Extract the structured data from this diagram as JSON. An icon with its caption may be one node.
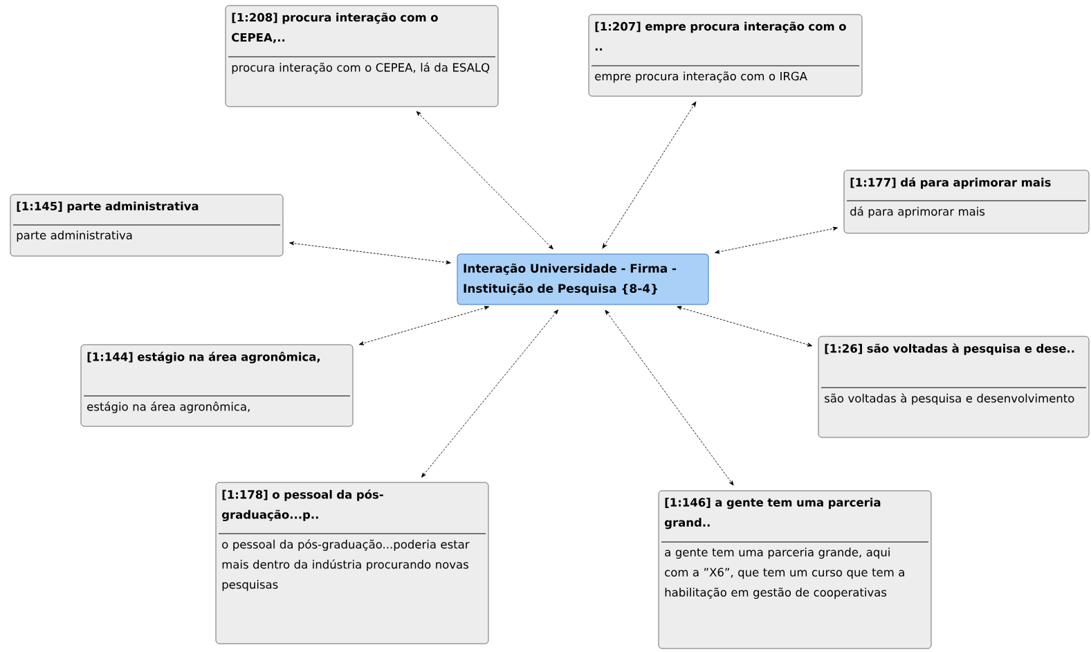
{
  "diagram": {
    "nodes": [
      {
        "text": [
          "Interação Universidade - Firma - Instituição de Pesquisa {8-4}"
        ]
      },
      {
        "text": [
          "[1:208] procura interação com o CEPEA,..",
          "procura interação com o CEPEA, lá da ESALQ"
        ]
      },
      {
        "text": [
          "[1:207] empre procura interação com o ..",
          "empre procura interação com o IRGA"
        ]
      },
      {
        "text": [
          "[1:177] dá para aprimorar mais",
          "dá para aprimorar mais"
        ]
      },
      {
        "text": [
          "[1:145] parte administrativa",
          "parte administrativa"
        ]
      },
      {
        "text": [
          "[1:144] estágio na área agronômica,",
          "estágio na área agronômica,"
        ]
      },
      {
        "text": [
          "[1:26] são voltadas à pesquisa e dese..",
          "são voltadas à pesquisa e desenvolvimento"
        ]
      },
      {
        "text": [
          "[1:178] o pessoal da pós-graduação...p..",
          "o pessoal da pós-graduação...poderia estar mais dentro da indústria procurando novas pesquisas"
        ]
      },
      {
        "text": [
          "[1:146] a gente tem uma parceria grand..",
          "a gente tem uma parceria grande, aqui com a ”X6”, que tem um curso que tem a habilitação em gestão de cooperativas"
        ]
      }
    ],
    "edges": [
      {
        "from": 0,
        "to": 1,
        "arrow": "both",
        "style": "dashed"
      },
      {
        "from": 0,
        "to": 2,
        "arrow": "both",
        "style": "dashed"
      },
      {
        "from": 0,
        "to": 3,
        "arrow": "both",
        "style": "dashed"
      },
      {
        "from": 0,
        "to": 4,
        "arrow": "both",
        "style": "dashed"
      },
      {
        "from": 0,
        "to": 5,
        "arrow": "both",
        "style": "dashed"
      },
      {
        "from": 0,
        "to": 6,
        "arrow": "both",
        "style": "dashed"
      },
      {
        "from": 0,
        "to": 7,
        "arrow": "both",
        "style": "dashed"
      },
      {
        "from": 0,
        "to": 8,
        "arrow": "both",
        "style": "dashed"
      }
    ]
  }
}
